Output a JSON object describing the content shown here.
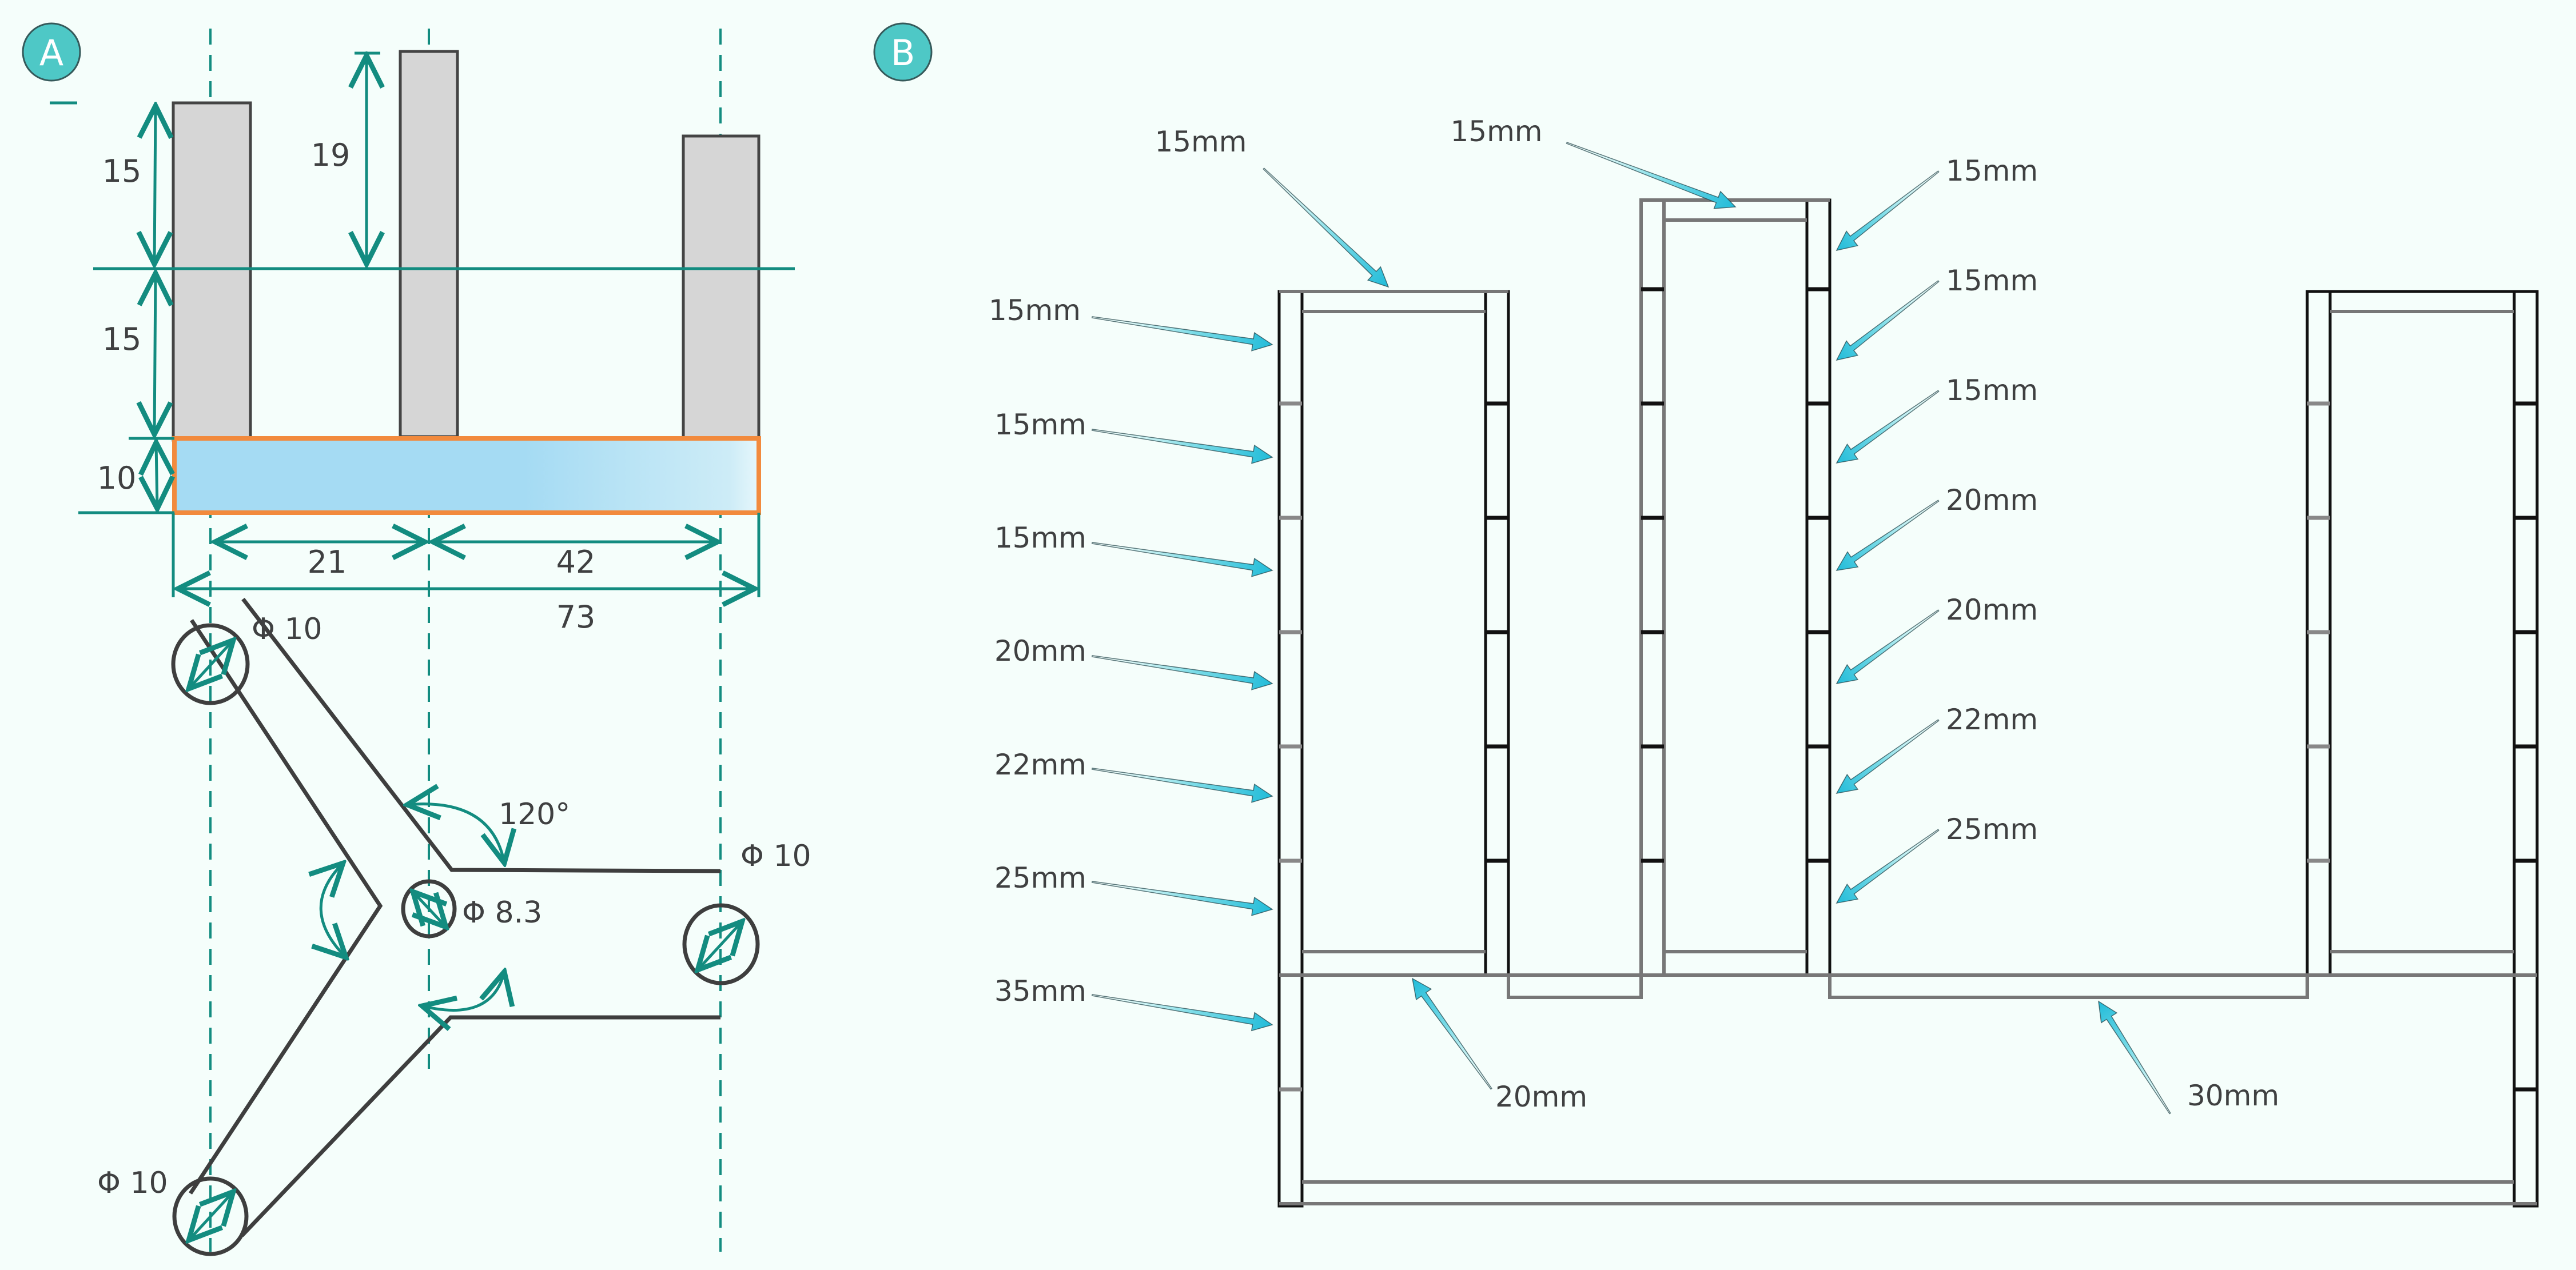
{
  "panels": {
    "a": {
      "badge": "A",
      "dimensions": {
        "pin_left_upper": "15",
        "pin_left_lower": "15",
        "pin_middle_height": "19",
        "base_thickness": "10",
        "span_left": "21",
        "span_right": "42",
        "total_width": "73"
      },
      "top_view": {
        "hole_top_left": "Φ 10",
        "hole_right": "Φ 10",
        "hole_bottom_left": "Φ 10",
        "hole_center": "Φ 8.3",
        "angle": "120°"
      }
    },
    "b": {
      "badge": "B",
      "left_labels": [
        "15mm",
        "15mm",
        "15mm",
        "20mm",
        "22mm",
        "25mm",
        "35mm"
      ],
      "top_labels": [
        "15mm",
        "15mm"
      ],
      "right_labels": [
        "15mm",
        "15mm",
        "15mm",
        "20mm",
        "20mm",
        "22mm",
        "25mm"
      ],
      "bottom_labels": [
        "20mm",
        "30mm"
      ]
    }
  },
  "colors": {
    "accent": "#138c80",
    "badge": "#4ec8c6",
    "arrow": "#2ec3dc",
    "base_fill": "#a5dbf3",
    "base_outline": "#f28a3d"
  }
}
